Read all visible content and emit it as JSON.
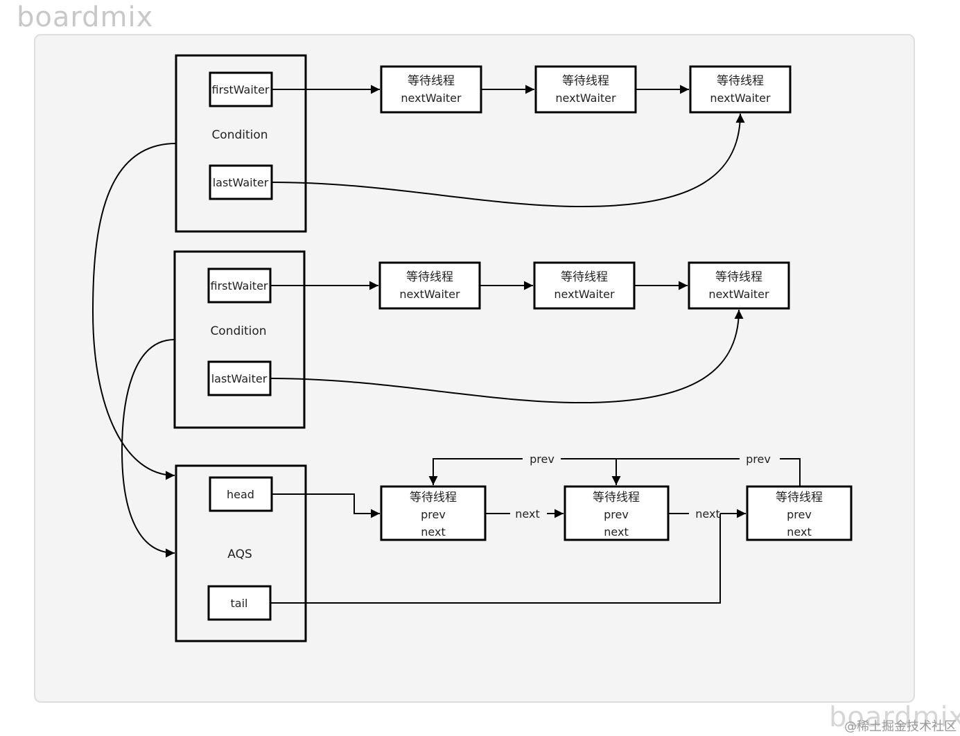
{
  "watermark": {
    "top": "boardmix",
    "bottom": "boardmix"
  },
  "credit": "@稀土掘金技术社区",
  "condition_1": {
    "label": "Condition",
    "first": "firstWaiter",
    "last": "lastWaiter"
  },
  "condition_2": {
    "label": "Condition",
    "first": "firstWaiter",
    "last": "lastWaiter"
  },
  "aqs": {
    "label": "AQS",
    "head": "head",
    "tail": "tail"
  },
  "wait_nodes": {
    "title": "等待线程",
    "field": "nextWaiter"
  },
  "sync_nodes": {
    "title": "等待线程",
    "prev": "prev",
    "next": "next"
  },
  "edge_labels": {
    "prev_1": "prev",
    "prev_2": "prev",
    "next_1": "next",
    "next_2": "next"
  },
  "colors": {
    "stroke": "#000000",
    "panel": "#f4f4f4",
    "node_fill": "#ffffff"
  }
}
